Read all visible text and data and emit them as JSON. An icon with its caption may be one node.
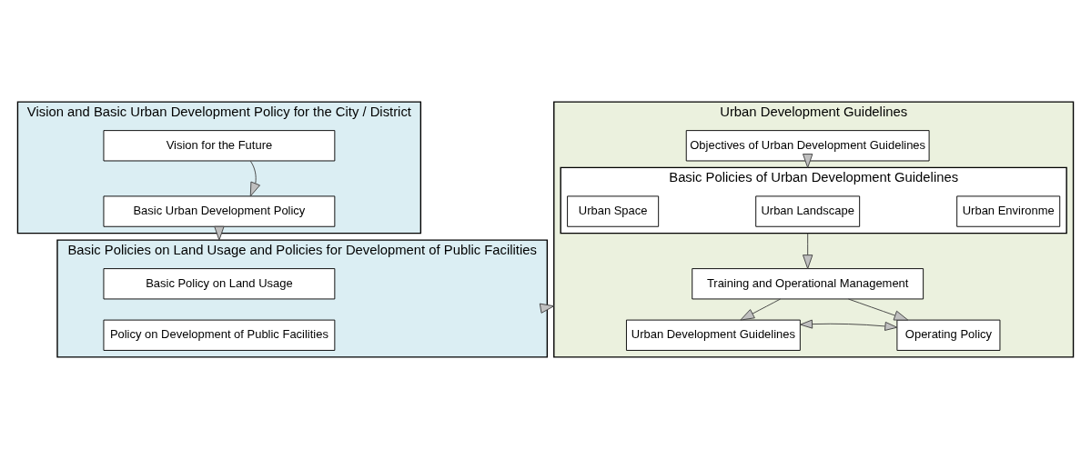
{
  "diagram": {
    "nodes": [
      {
        "text": [
          "Vision and Basic Urban Development Policy for the City / District"
        ]
      },
      {
        "text": [
          "Vision for the Future"
        ],
        "in": 0
      },
      {
        "text": [
          "Basic Urban Development Policy"
        ],
        "in": 0
      },
      {
        "text": [
          "Basic Policies on Land Usage and Policies for Development of Public Facilities"
        ]
      },
      {
        "text": [
          "Basic Policy on Land Usage"
        ],
        "in": 3
      },
      {
        "text": [
          "Policy on Development of Public Facilities"
        ],
        "in": 3
      },
      {
        "text": [
          "Urban Development Guidelines"
        ]
      },
      {
        "text": [
          "Objectives of Urban Development Guidelines"
        ],
        "in": 6
      },
      {
        "text": [
          "Basic Policies of Urban Development Guidelines"
        ],
        "in": 6
      },
      {
        "text": [
          "Urban Space"
        ],
        "in": 8
      },
      {
        "text": [
          "Urban Landscape"
        ],
        "in": 8
      },
      {
        "text": [
          "Urban Environme"
        ],
        "in": 8
      },
      {
        "text": [
          "Training and Operational Management"
        ],
        "in": 6
      },
      {
        "text": [
          "Urban Development Guidelines"
        ],
        "in": 6
      },
      {
        "text": [
          "Operating Policy"
        ],
        "in": 6
      }
    ],
    "edges": [
      {
        "from": 1,
        "to": 2,
        "arrow": "to"
      },
      {
        "from": 0,
        "to": 3,
        "arrow": "to"
      },
      {
        "from": 3,
        "to": 6,
        "arrow": "to"
      },
      {
        "from": 7,
        "to": 8,
        "arrow": "to"
      },
      {
        "from": 8,
        "to": 12,
        "arrow": "to"
      },
      {
        "from": 12,
        "to": 13,
        "arrow": "to"
      },
      {
        "from": 12,
        "to": 14,
        "arrow": "to"
      },
      {
        "from": 13,
        "to": 14,
        "arrow": "both"
      }
    ]
  }
}
